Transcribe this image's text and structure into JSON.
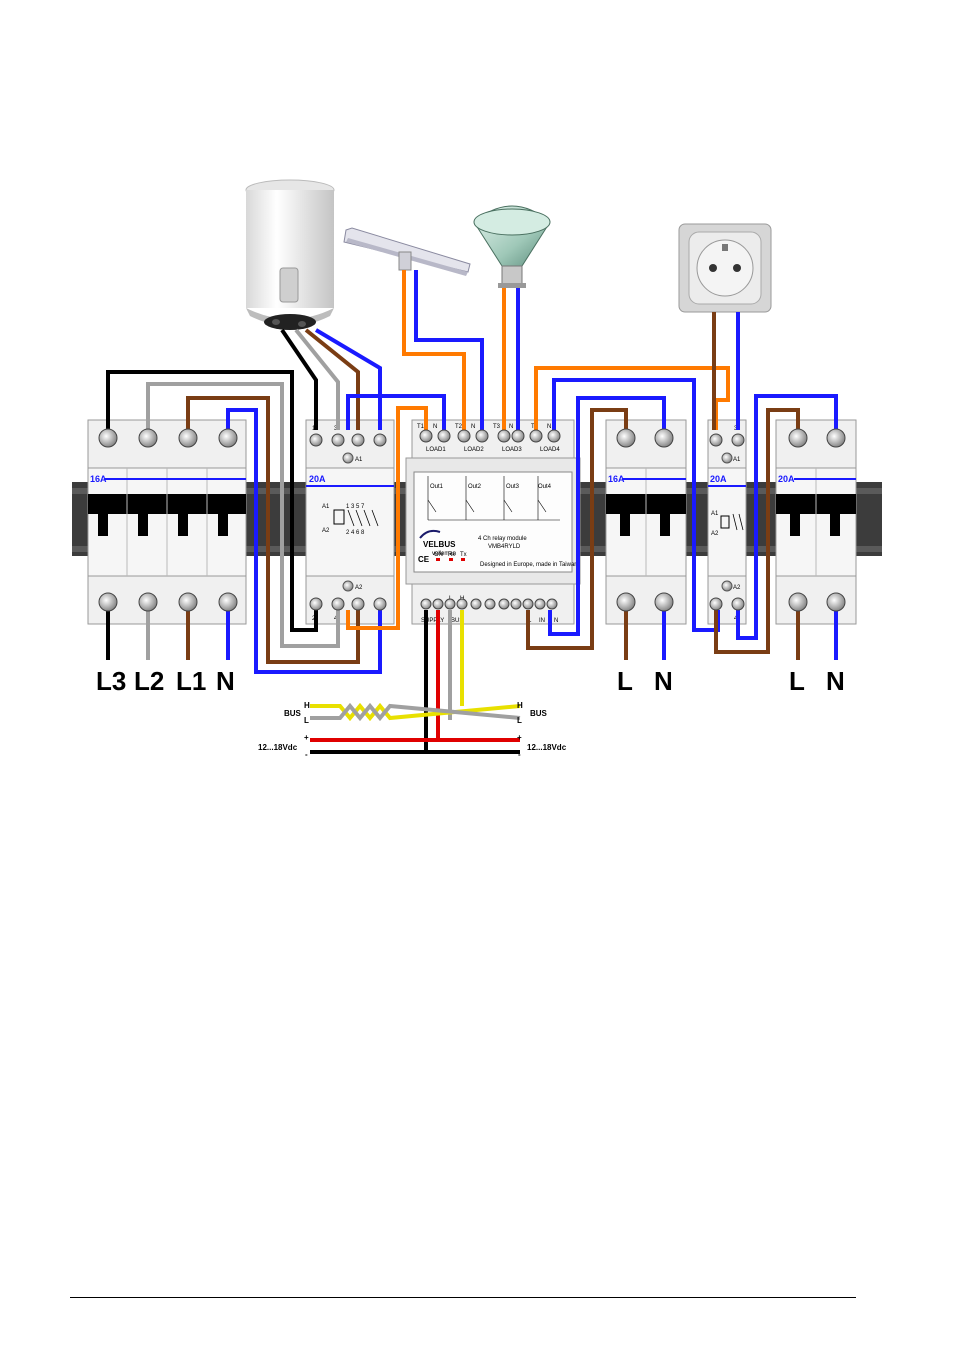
{
  "colors": {
    "phase_brown": "#7a3d14",
    "neutral_blue": "#1a1aff",
    "black": "#000000",
    "grey": "#a0a0a0",
    "orange": "#ff7a00",
    "bus_yellow": "#e8e000",
    "supply_red": "#e00000",
    "rail": "#404040",
    "rating_blue": "#1a1aff"
  },
  "loads": {
    "boiler_icon": "water-heater-icon",
    "tube_light_icon": "fluorescent-tube-icon",
    "spot_icon": "halogen-spot-icon",
    "socket_icon": "wall-socket-icon"
  },
  "breaker_left": {
    "rating": "16A",
    "labels": [
      "L3",
      "L2",
      "L1",
      "N"
    ]
  },
  "contactor_4p": {
    "rating": "20A",
    "top_terminals": [
      "1",
      "3",
      "5",
      "7"
    ],
    "bottom_terminals": [
      "2",
      "4",
      "6",
      "8"
    ],
    "coil_top": "A1",
    "coil_bottom": "A2",
    "symbol_top": "1 3 5 7",
    "symbol_bottom": "2 4 6 8"
  },
  "relay_module": {
    "top_terminals": [
      "T1",
      "N",
      "T2",
      "N",
      "T3",
      "N",
      "T4",
      "N"
    ],
    "load_labels": [
      "LOAD1",
      "LOAD2",
      "LOAD3",
      "LOAD4"
    ],
    "out_labels": [
      "Out1",
      "Out2",
      "Out3",
      "Out4"
    ],
    "title": "4 Ch relay module",
    "model": "VMB4RYLD",
    "brand": "VELBUS",
    "brand_sub": "velleman",
    "ce": "CE",
    "leds": [
      "ON",
      "Rx",
      "Tx"
    ],
    "made": "Designed in Europe, made in Taiwan",
    "bottom_left": "SUPPLY",
    "bottom_bus": "BUS",
    "bottom_l": "L",
    "bottom_h": "H",
    "bottom_in_l": "L",
    "bottom_in": "IN",
    "bottom_in_n": "N"
  },
  "breaker_mid": {
    "rating": "16A",
    "labels": [
      "L",
      "N"
    ]
  },
  "contactor_2p": {
    "rating": "20A",
    "top_terminals": [
      "1",
      "3"
    ],
    "bottom_terminals": [
      "2",
      "4"
    ],
    "coil_top": "A1",
    "coil_bottom": "A2"
  },
  "breaker_right": {
    "rating": "20A",
    "labels": [
      "L",
      "N"
    ]
  },
  "bus_left": {
    "bus_label": "BUS",
    "h": "H",
    "l": "L",
    "plus": "+",
    "minus": "-",
    "supply": "12...18Vdc"
  },
  "bus_right": {
    "bus_label": "BUS",
    "h": "H",
    "l": "L",
    "plus": "+",
    "minus": "-",
    "supply": "12...18Vdc"
  }
}
